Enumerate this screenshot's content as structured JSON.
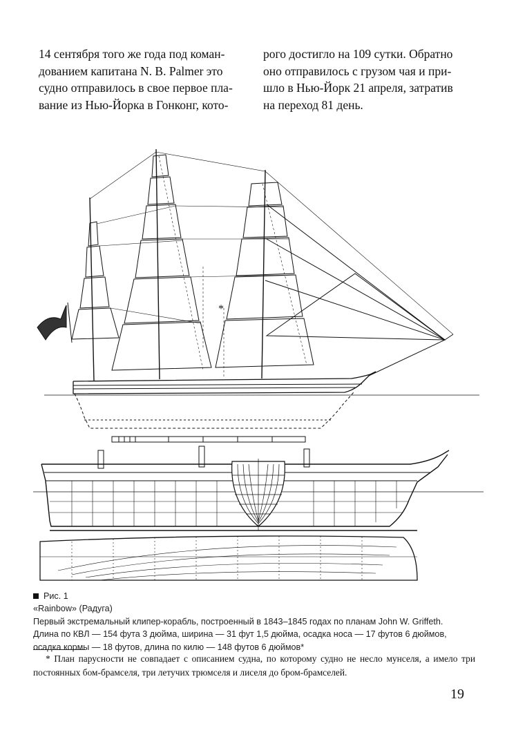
{
  "body_text": {
    "left_column": [
      "14 сентября того же года под коман-",
      "дованием капитана N. B. Palmer это",
      "судно отправилось в свое первое пла-",
      "вание из Нью-Йорка в Гонконг, кото-"
    ],
    "right_column": [
      "рого достигло на 109 сутки. Обратно",
      "оно отправилось с грузом чая и при-",
      "шло в Нью-Йорк 21 апреля, затратив",
      "на переход 81 день."
    ]
  },
  "figure": {
    "asterisk_mark": "*",
    "colors": {
      "ink": "#111111",
      "paper": "#ffffff"
    }
  },
  "caption": {
    "label": "Рис. 1",
    "title": "«Rainbow» (Радуга)",
    "lines": [
      "Первый экстремальный клипер-корабль, построенный в 1843–1845 годах по планам John W. Griffeth.",
      "Длина по КВЛ — 154 фута 3 дюйма, ширина — 31 фут 1,5 дюйма, осадка носа — 17 футов 6 дюймов,",
      "осадка кормы — 18 футов, длина по килю — 148 футов 6 дюймов*"
    ]
  },
  "footnote": "* План парусности не совпадает с описанием судна, по которому судно не несло мунселя, а имело три постоянных бом-брамселя, три летучих трюмселя и лиселя до бром-брамселей.",
  "page_number": "19"
}
